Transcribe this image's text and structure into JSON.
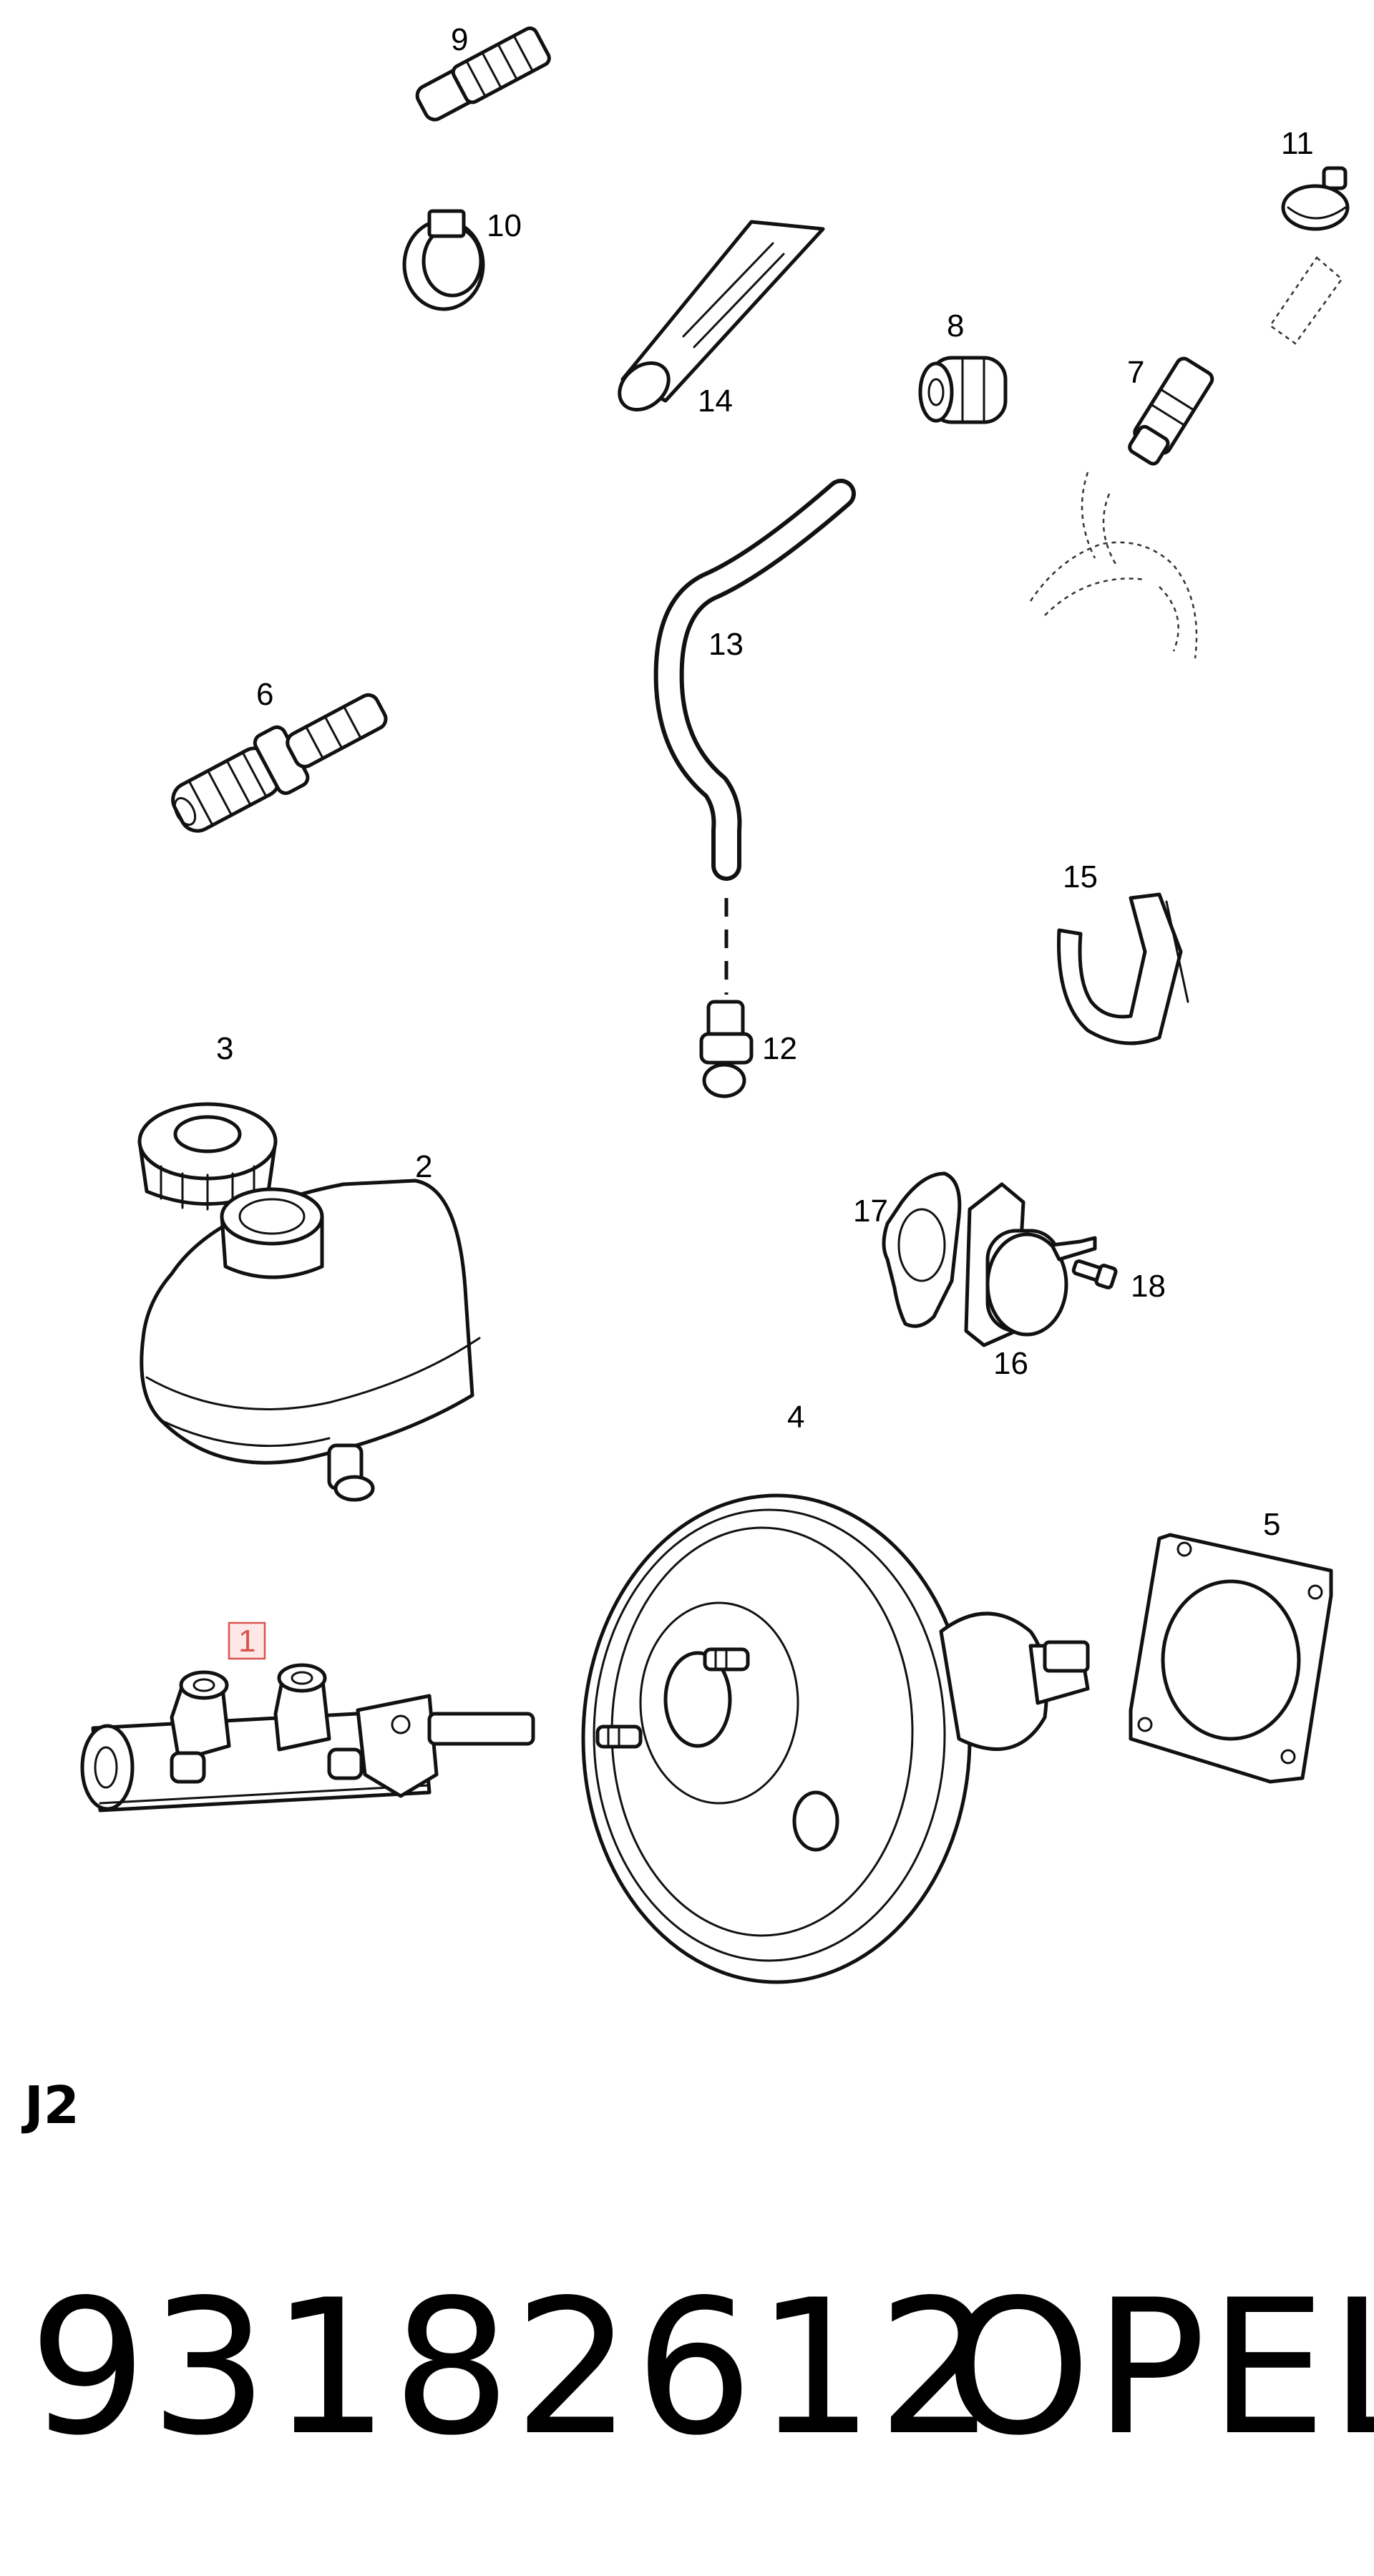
{
  "labels": {
    "p1": "1",
    "p2": "2",
    "p3": "3",
    "p4": "4",
    "p5": "5",
    "p6": "6",
    "p7": "7",
    "p8": "8",
    "p9": "9",
    "p10": "10",
    "p11": "11",
    "p12": "12",
    "p13": "13",
    "p14": "14",
    "p15": "15",
    "p16": "16",
    "p17": "17",
    "p18": "18"
  },
  "highlighted_part": "1",
  "highlight_color": "#d9534f",
  "section_code": "J2",
  "part_number": "93182612",
  "brand": "OPEL"
}
